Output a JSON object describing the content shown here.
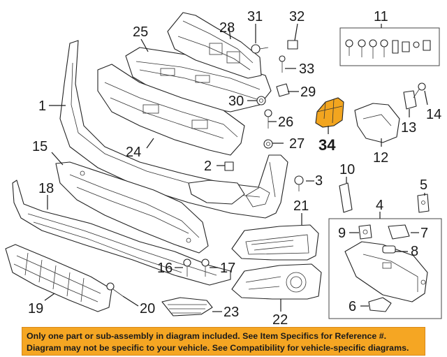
{
  "diagram": {
    "callouts": {
      "c1": "1",
      "c2": "2",
      "c3": "3",
      "c4": "4",
      "c5": "5",
      "c6": "6",
      "c7": "7",
      "c8": "8",
      "c9": "9",
      "c10": "10",
      "c11": "11",
      "c12": "12",
      "c13": "13",
      "c14": "14",
      "c15": "15",
      "c16": "16",
      "c17": "17",
      "c18": "18",
      "c19": "19",
      "c20": "20",
      "c21": "21",
      "c22": "22",
      "c23": "23",
      "c24": "24",
      "c25": "25",
      "c26": "26",
      "c27": "27",
      "c28": "28",
      "c29": "29",
      "c30": "30",
      "c31": "31",
      "c32": "32",
      "c33": "33",
      "c34": "34"
    },
    "highlight_color": "#f2a51f"
  },
  "notice": {
    "line1": "Only one part or sub-assembly in diagram included. See Item Specifics for Reference #.",
    "line2": "Diagram may not be specific to your vehicle. See Compatibility for vehicle-specific diagrams.",
    "background": "#f5a623"
  }
}
